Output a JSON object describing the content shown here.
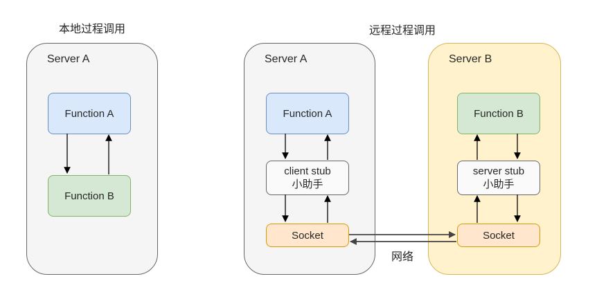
{
  "diagram": {
    "local": {
      "title": "本地过程调用",
      "server": {
        "label": "Server A",
        "function_a": "Function A",
        "function_b": "Function B"
      }
    },
    "remote": {
      "title": "远程过程调用",
      "server_a": {
        "label": "Server A",
        "function_a": "Function A",
        "stub_line1": "client stub",
        "stub_line2": "小助手",
        "socket": "Socket"
      },
      "server_b": {
        "label": "Server B",
        "function_b": "Function B",
        "stub_line1": "server stub",
        "stub_line2": "小助手",
        "socket": "Socket"
      },
      "network_label": "网络"
    },
    "arrows": [
      "function-a-to-function-b",
      "function-b-to-function-a",
      "function-a-to-client-stub",
      "client-stub-to-function-a",
      "client-stub-to-socket",
      "socket-to-client-stub",
      "function-b-to-server-stub",
      "server-stub-to-function-b",
      "server-stub-to-socket",
      "socket-to-server-stub",
      "network-request",
      "network-response"
    ]
  },
  "colors": {
    "blue_fill": "#dae8fc",
    "blue_border": "#6c8ebf",
    "green_fill": "#d5e8d4",
    "green_border": "#82b366",
    "orange_fill": "#ffe6cc",
    "orange_border": "#d79b00",
    "yellow_fill": "#fff2cc",
    "yellow_border": "#d6b656",
    "gray_fill": "#f5f5f5",
    "gray_border": "#666666",
    "stub_fill": "#fafafa",
    "stub_border": "#666666",
    "arrow_black": "#000000",
    "arrow_dark": "#424242"
  }
}
